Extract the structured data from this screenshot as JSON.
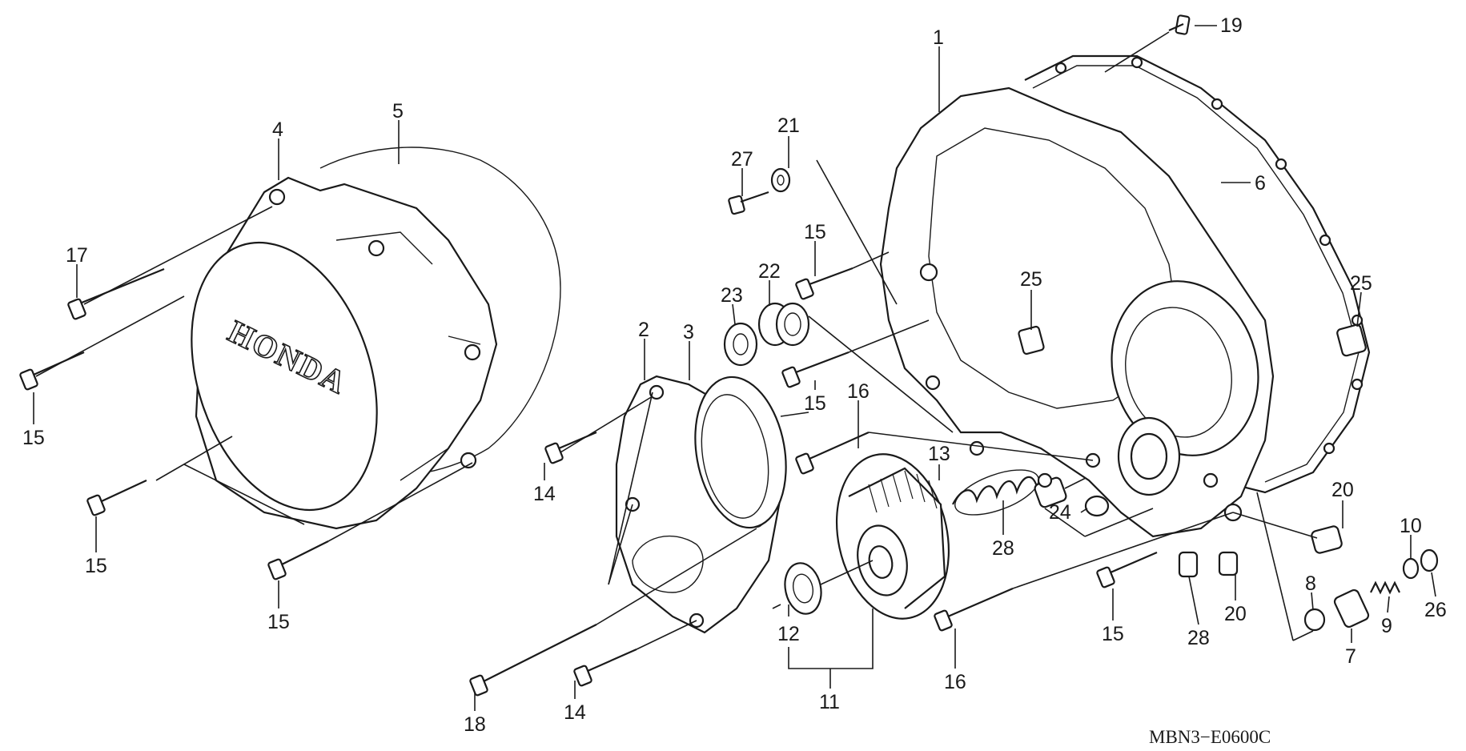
{
  "diagram": {
    "code": "MBN3−E0600C",
    "brand": "HONDA",
    "callouts": [
      {
        "id": "c1",
        "text": "1"
      },
      {
        "id": "c2",
        "text": "2"
      },
      {
        "id": "c3",
        "text": "3"
      },
      {
        "id": "c4",
        "text": "4"
      },
      {
        "id": "c5",
        "text": "5"
      },
      {
        "id": "c6",
        "text": "6"
      },
      {
        "id": "c7",
        "text": "7"
      },
      {
        "id": "c8",
        "text": "8"
      },
      {
        "id": "c9",
        "text": "9"
      },
      {
        "id": "c10",
        "text": "10"
      },
      {
        "id": "c11",
        "text": "11"
      },
      {
        "id": "c12",
        "text": "12"
      },
      {
        "id": "c13",
        "text": "13"
      },
      {
        "id": "c14a",
        "text": "14"
      },
      {
        "id": "c14b",
        "text": "14"
      },
      {
        "id": "c15a",
        "text": "15"
      },
      {
        "id": "c15b",
        "text": "15"
      },
      {
        "id": "c15c",
        "text": "15"
      },
      {
        "id": "c15d",
        "text": "15"
      },
      {
        "id": "c15e",
        "text": "15"
      },
      {
        "id": "c15f",
        "text": "15"
      },
      {
        "id": "c16a",
        "text": "16"
      },
      {
        "id": "c16b",
        "text": "16"
      },
      {
        "id": "c17",
        "text": "17"
      },
      {
        "id": "c18",
        "text": "18"
      },
      {
        "id": "c19",
        "text": "19"
      },
      {
        "id": "c20a",
        "text": "20"
      },
      {
        "id": "c20b",
        "text": "20"
      },
      {
        "id": "c21",
        "text": "21"
      },
      {
        "id": "c22",
        "text": "22"
      },
      {
        "id": "c23",
        "text": "23"
      },
      {
        "id": "c24",
        "text": "24"
      },
      {
        "id": "c25a",
        "text": "25"
      },
      {
        "id": "c25b",
        "text": "25"
      },
      {
        "id": "c26",
        "text": "26"
      },
      {
        "id": "c27",
        "text": "27"
      },
      {
        "id": "c28a",
        "text": "28"
      },
      {
        "id": "c28b",
        "text": "28"
      }
    ]
  }
}
